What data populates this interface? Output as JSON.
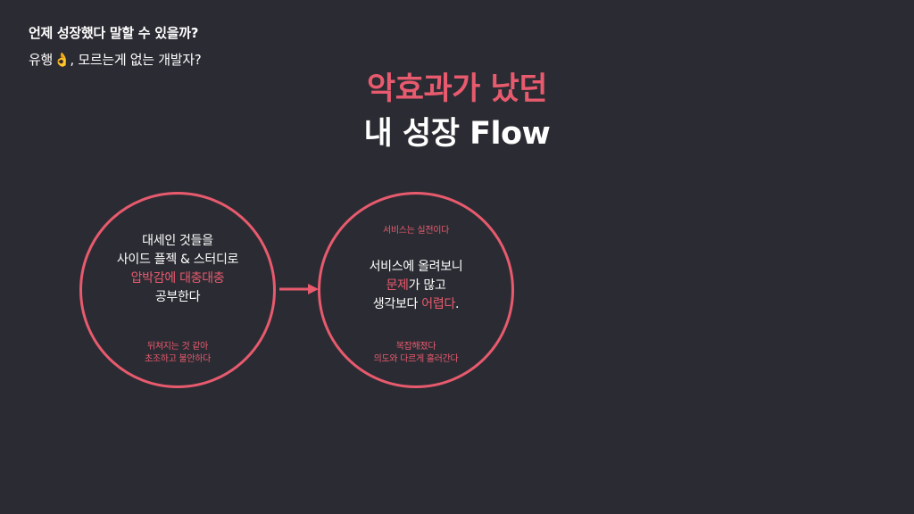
{
  "header": {
    "question": "언제 성장했다 말할 수 있을까?",
    "sub_prefix": "유행",
    "sub_emoji": "👌",
    "sub_suffix": ", 모르는게 없는 개발자?"
  },
  "title": {
    "line1": "악효과가 났던",
    "line2": "내 성장 Flow"
  },
  "left_circle": {
    "line1": "대세인 것들을",
    "line2": "사이드 플젝 & 스터디로",
    "line3": "압박감에 대충대충",
    "line4": "공부한다",
    "note1": "뒤쳐지는 것 같아",
    "note2": "초조하고 불안하다"
  },
  "right_circle": {
    "top_note": "서비스는 실전이다",
    "line1": "서비스에 올려보니",
    "line2_hl": "문제",
    "line2_rest": "가 많고",
    "line3_prefix": "생각보다 ",
    "line3_hl": "어렵다",
    "line3_suffix": ".",
    "note1": "복잡해졌다",
    "note2": "의도와 다르게 흘러간다"
  },
  "colors": {
    "background": "#2b2c33",
    "accent": "#e85a6e",
    "text": "#ffffff"
  }
}
